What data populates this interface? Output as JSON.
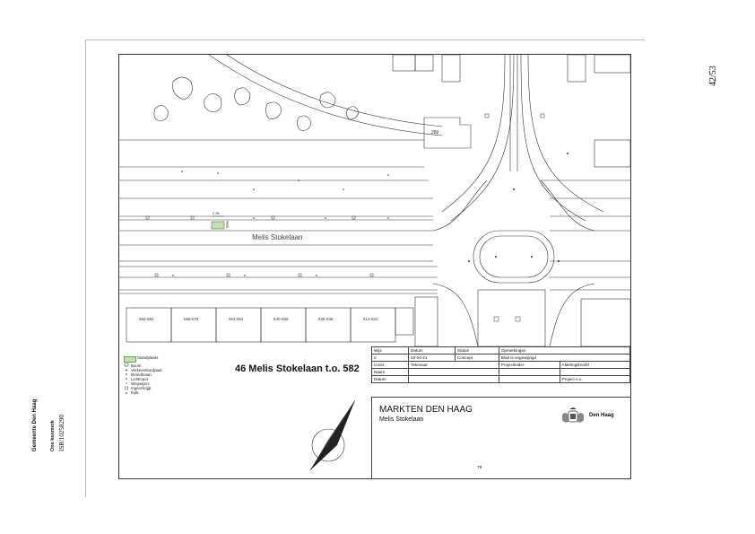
{
  "page": {
    "page_count": "42/53"
  },
  "sidebar": {
    "municipality": "Gemeente Den Haag",
    "reference_label": "Ons kenmerk",
    "reference_value": "ISR/10258290"
  },
  "map": {
    "street_name": "Melis Stokelaan",
    "building_number": "289",
    "dimension_width": "2.95",
    "dimension_depth": "1.63",
    "block_labels": [
      "582-592",
      "568-578",
      "554-564",
      "540-550",
      "526-536",
      "512-522"
    ],
    "colors": {
      "stand_fill": "#bfe3b0",
      "lines": "#333333"
    }
  },
  "legend": {
    "items": [
      "Standplaats",
      "Boom",
      "Verkeersbordpaal",
      "Brandkraan",
      "Lichtmast",
      "Wegwijzer",
      "Ingeschrijgt",
      "Kolk"
    ]
  },
  "title_block": {
    "headline": "46 Melis Stokelaan t.o. 582",
    "table": {
      "header": [
        "Wijz.",
        "Datum",
        "Status",
        "Opmerkingen"
      ],
      "row1": [
        "0",
        "20-04-21",
        "Concept",
        "Blad is ongewijzigd"
      ],
      "row2": [
        "Contr.",
        "Tekenaar",
        "Projectleider",
        "Afdelingshoofd",
        "Project e.v."
      ],
      "labels": [
        "Naam",
        "Datum"
      ]
    },
    "organization": "MARKTEN DEN HAAG",
    "project": "Melis Stokelaan",
    "brand": "Den Haag",
    "sheet_number": "79"
  }
}
